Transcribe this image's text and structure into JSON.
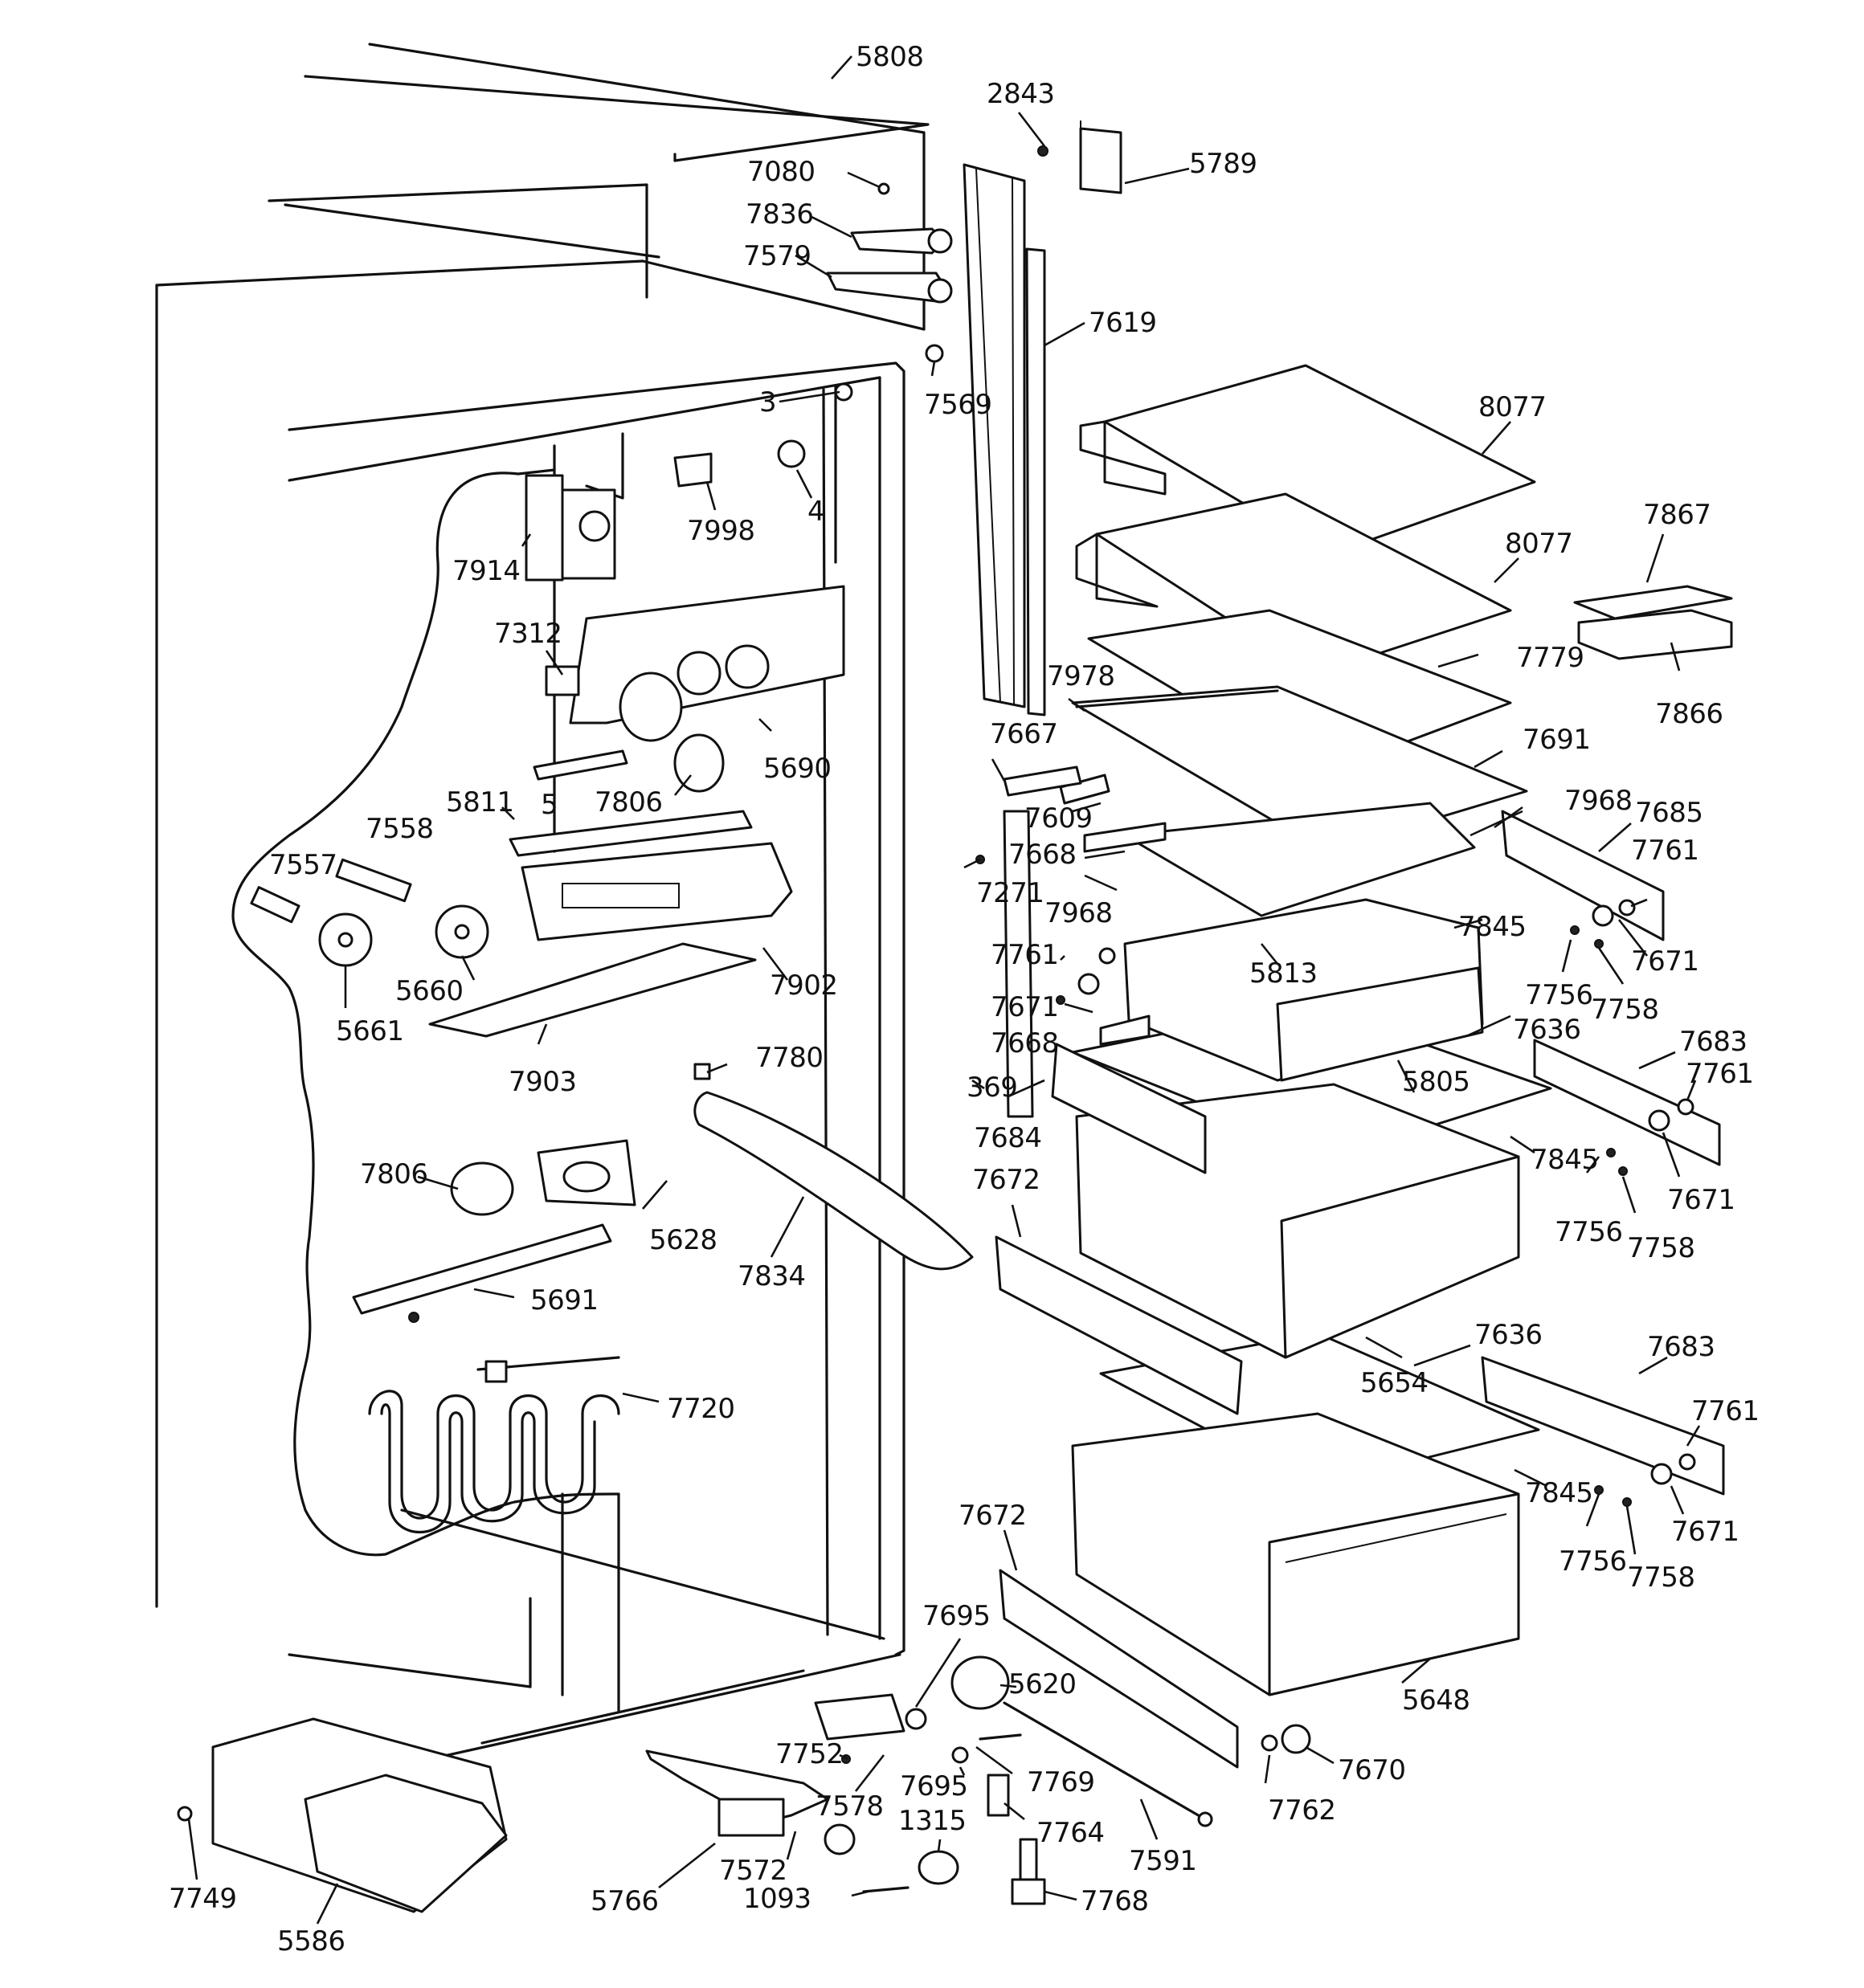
{
  "diagram": {
    "part_labels": [
      "5808",
      "2843",
      "5789",
      "7080",
      "7836",
      "7579",
      "7619",
      "7569",
      "3",
      "8077",
      "7998",
      "4",
      "7914",
      "8077",
      "7867",
      "7312",
      "7978",
      "7779",
      "7866",
      "7667",
      "7691",
      "5690",
      "5811",
      "5",
      "7806",
      "7968",
      "7685",
      "7558",
      "7609",
      "7557",
      "7668",
      "7761",
      "7271",
      "7968",
      "7845",
      "5660",
      "7761",
      "5813",
      "7671",
      "7756",
      "7902",
      "7671",
      "7758",
      "5661",
      "7668",
      "7636",
      "7683",
      "5805",
      "7780",
      "7903",
      "369",
      "7761",
      "7684",
      "7845",
      "7806",
      "7672",
      "7756",
      "7671",
      "5628",
      "7758",
      "5691",
      "7834",
      "7636",
      "7683",
      "5654",
      "7720",
      "7761",
      "7845",
      "7671",
      "7672",
      "7756",
      "7758",
      "7695",
      "5620",
      "5648",
      "7752",
      "7670",
      "7578",
      "7695",
      "7769",
      "7762",
      "1315",
      "7764",
      "7591",
      "7749",
      "7572",
      "5766",
      "7768",
      "1093",
      "5586"
    ]
  }
}
